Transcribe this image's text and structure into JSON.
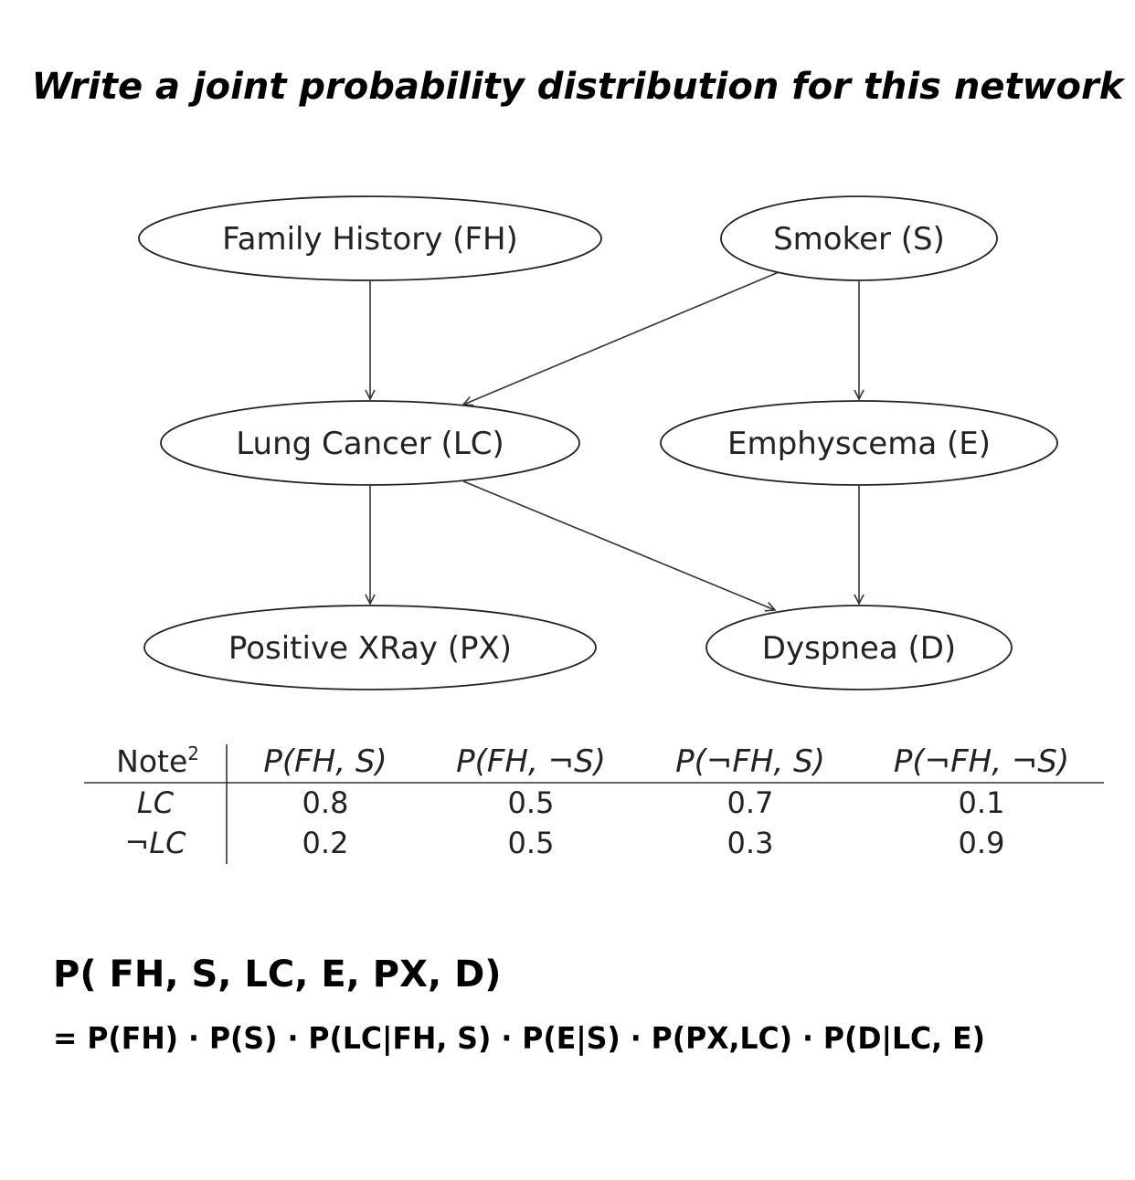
{
  "title": "Write a joint probability distribution for this network",
  "nodes": {
    "fh": "Family History (FH)",
    "s": "Smoker (S)",
    "lc": "Lung Cancer (LC)",
    "e": "Emphyscema (E)",
    "px": "Positive XRay (PX)",
    "d": "Dyspnea (D)"
  },
  "edges": [
    {
      "from": "Family History (FH)",
      "to": "Lung Cancer (LC)"
    },
    {
      "from": "Smoker (S)",
      "to": "Lung Cancer (LC)"
    },
    {
      "from": "Smoker (S)",
      "to": "Emphyscema (E)"
    },
    {
      "from": "Lung Cancer (LC)",
      "to": "Positive XRay (PX)"
    },
    {
      "from": "Lung Cancer (LC)",
      "to": "Dyspnea (D)"
    },
    {
      "from": "Emphyscema (E)",
      "to": "Dyspnea (D)"
    }
  ],
  "table": {
    "corner": "Note",
    "corner_sup": "2",
    "columns": [
      "P(FH, S)",
      "P(FH, ¬S)",
      "P(¬FH, S)",
      "P(¬FH, ¬S)"
    ],
    "rows": [
      {
        "label": "LC",
        "values": [
          "0.8",
          "0.5",
          "0.7",
          "0.1"
        ]
      },
      {
        "label": "¬LC",
        "values": [
          "0.2",
          "0.5",
          "0.3",
          "0.9"
        ]
      }
    ]
  },
  "answer": {
    "line1": "P( FH, S, LC, E, PX, D)",
    "line2": "= P(FH) · P(S) · P(LC|FH, S) · P(E|S) · P(PX,LC) · P(D|LC, E)"
  }
}
